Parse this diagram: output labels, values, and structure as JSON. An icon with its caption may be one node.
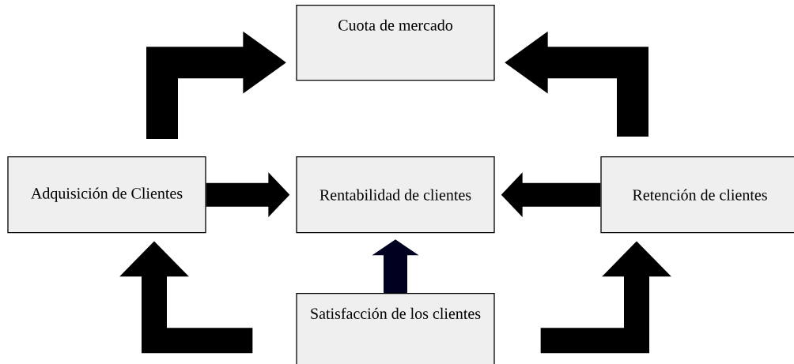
{
  "diagram": {
    "nodes": [
      {
        "text": [
          "Cuota de mercado"
        ]
      },
      {
        "text": [
          "Adquisición de Clientes"
        ]
      },
      {
        "text": [
          "Rentabilidad de clientes"
        ]
      },
      {
        "text": [
          "Retención de clientes"
        ]
      },
      {
        "text": [
          "Satisfacción de los clientes"
        ]
      }
    ],
    "edges": [
      {
        "from": 1,
        "to": 0,
        "arrow": "to"
      },
      {
        "from": 3,
        "to": 0,
        "arrow": "to"
      },
      {
        "from": 1,
        "to": 2,
        "arrow": "to"
      },
      {
        "from": 3,
        "to": 2,
        "arrow": "to"
      },
      {
        "from": 4,
        "to": 2,
        "arrow": "to",
        "color": "#000020"
      },
      {
        "from": 4,
        "to": 1,
        "arrow": "to"
      },
      {
        "from": 4,
        "to": 3,
        "arrow": "to"
      }
    ]
  }
}
